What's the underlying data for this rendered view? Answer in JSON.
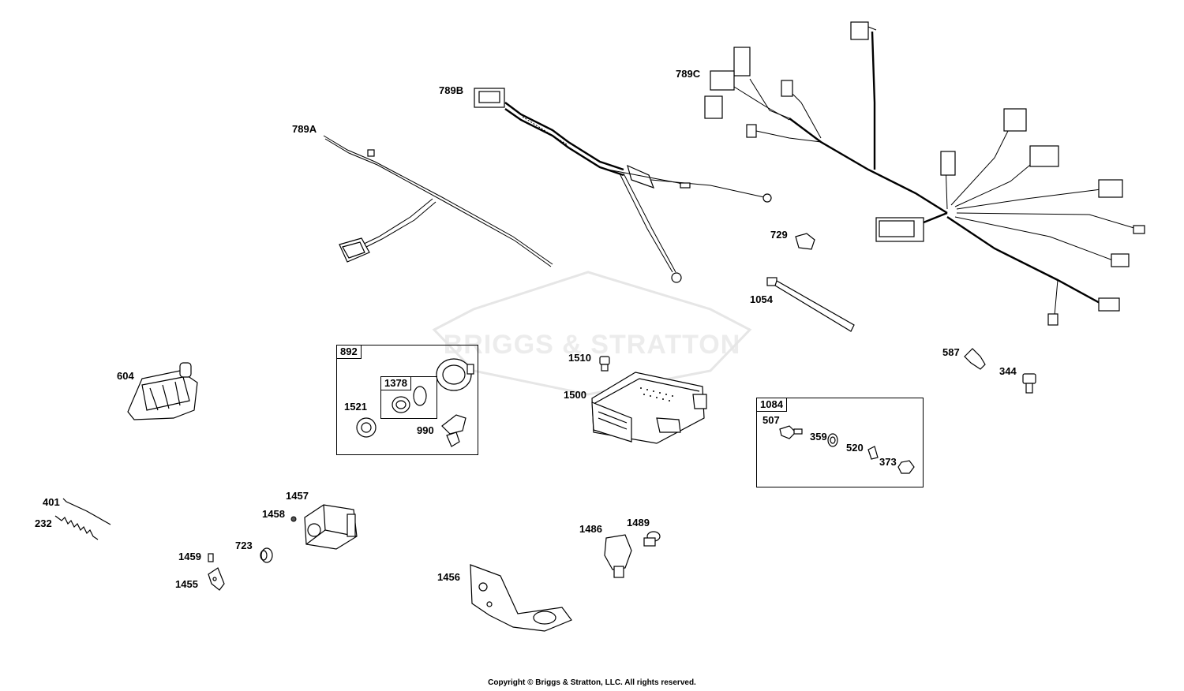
{
  "watermark": "BRIGGS & STRATTON",
  "copyright": "Copyright © Briggs & Stratton, LLC. All rights reserved.",
  "parts": {
    "p789A": "789A",
    "p789B": "789B",
    "p789C": "789C",
    "p729": "729",
    "p1054": "1054",
    "p587": "587",
    "p344": "344",
    "p604": "604",
    "p1521": "1521",
    "p990": "990",
    "p1510": "1510",
    "p1500": "1500",
    "p507": "507",
    "p359": "359",
    "p520": "520",
    "p373": "373",
    "p401": "401",
    "p232": "232",
    "p1457": "1457",
    "p1458": "1458",
    "p723": "723",
    "p1459": "1459",
    "p1455": "1455",
    "p1456": "1456",
    "p1486": "1486",
    "p1489": "1489"
  },
  "kits": {
    "k892": "892",
    "k1378": "1378",
    "k1084": "1084"
  }
}
